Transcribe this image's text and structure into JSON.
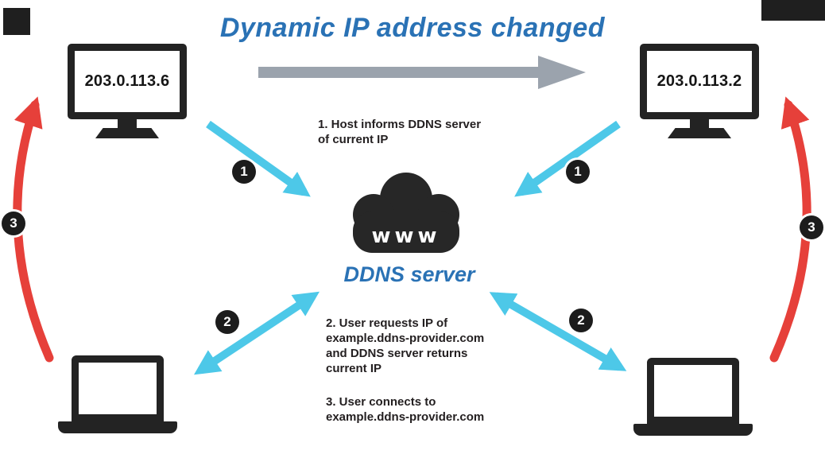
{
  "title": "Dynamic IP address changed",
  "hosts": {
    "left_ip": "203.0.113.6",
    "right_ip": "203.0.113.2"
  },
  "cloud": {
    "label": "www",
    "caption": "DDNS server"
  },
  "badges": {
    "one": "1",
    "two": "2",
    "three": "3"
  },
  "annotations": {
    "step1": "1. Host informs DDNS server\nof current IP",
    "step2": "2. User requests IP of\nexample.ddns-provider.com\nand DDNS server returns\ncurrent IP",
    "step3": "3. User connects to\nexample.ddns-provider.com"
  },
  "colors": {
    "title_blue": "#2a72b5",
    "arrow_cyan": "#4dc8e8",
    "arrow_red": "#e6403a",
    "arrow_gray": "#9ba3ad",
    "icon_black": "#232323"
  }
}
